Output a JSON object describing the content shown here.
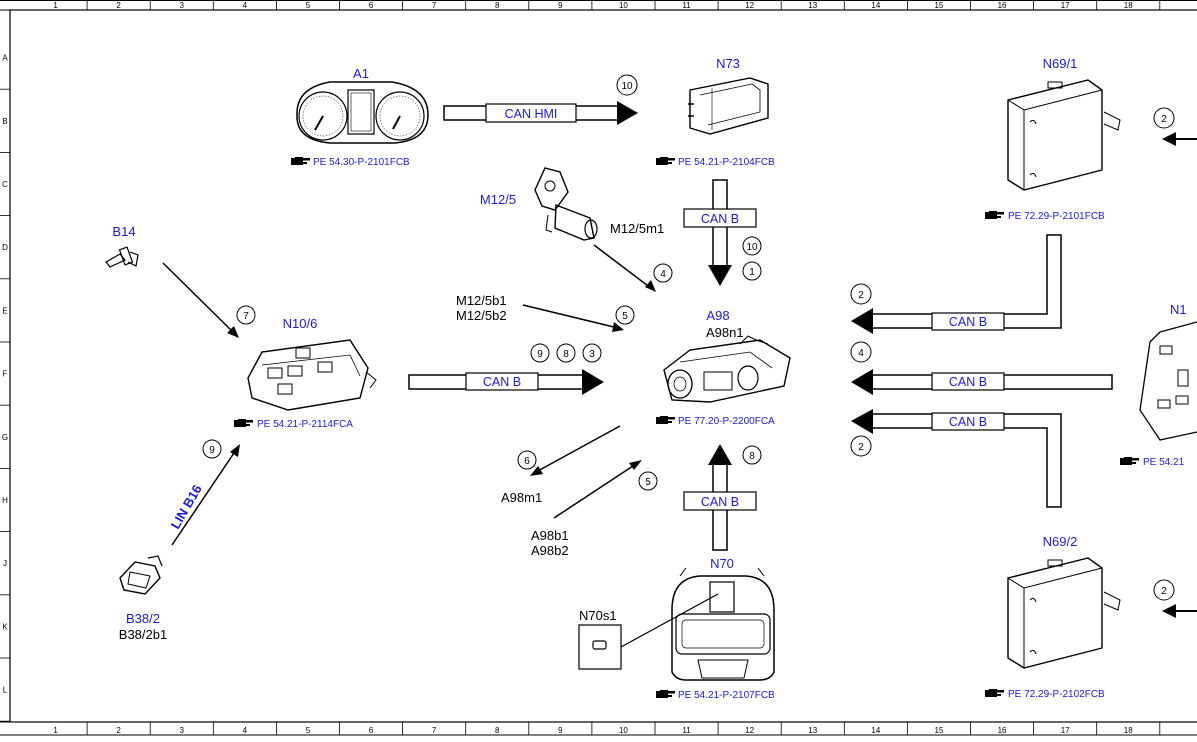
{
  "grid": {
    "columns": [
      "1",
      "2",
      "3",
      "4",
      "5",
      "6",
      "7",
      "8",
      "9",
      "10",
      "11",
      "12",
      "13",
      "14",
      "15",
      "16",
      "17",
      "18"
    ],
    "rows": [
      "A",
      "B",
      "C",
      "D",
      "E",
      "F",
      "G",
      "H",
      "J",
      "K",
      "L"
    ]
  },
  "components": {
    "A1": {
      "label": "A1",
      "ref": "PE 54.30-P-2101FCB"
    },
    "N73": {
      "label": "N73",
      "ref": "PE 54.21-P-2104FCB"
    },
    "N69_1": {
      "label": "N69/1",
      "ref": "PE 72.29-P-2101FCB"
    },
    "M12_5": {
      "label": "M12/5",
      "sub": "M12/5m1"
    },
    "B14": {
      "label": "B14"
    },
    "N10_6": {
      "label": "N10/6",
      "ref": "PE 54.21-P-2114FCA"
    },
    "A98": {
      "label": "A98",
      "sub": "A98n1",
      "ref": "PE 77.20-P-2200FCA"
    },
    "N1": {
      "label": "N1",
      "ref": "PE 54.21"
    },
    "B38_2": {
      "label": "B38/2",
      "sub": "B38/2b1"
    },
    "N70": {
      "label": "N70",
      "ref": "PE 54.21-P-2107FCB"
    },
    "N70s1": {
      "label": "N70s1"
    },
    "N69_2": {
      "label": "N69/2",
      "ref": "PE 72.29-P-2102FCB"
    }
  },
  "signals": {
    "m12_5b": [
      "M12/5b1",
      "M12/5b2"
    ],
    "a98m1": "A98m1",
    "a98b": [
      "A98b1",
      "A98b2"
    ]
  },
  "buses": {
    "can_hmi": "CAN HMI",
    "can_b": "CAN B",
    "lin_b16": "LIN B16"
  },
  "callouts": {
    "n10": "10",
    "c2": "2",
    "c1": "1",
    "c4": "4",
    "c5": "5",
    "c7": "7",
    "c9": "9",
    "c8": "8",
    "c3": "3",
    "c6": "6"
  },
  "ref_icon": "pointing-hand-icon",
  "colors": {
    "label_blue": "#1a1adc",
    "line": "#000000"
  }
}
